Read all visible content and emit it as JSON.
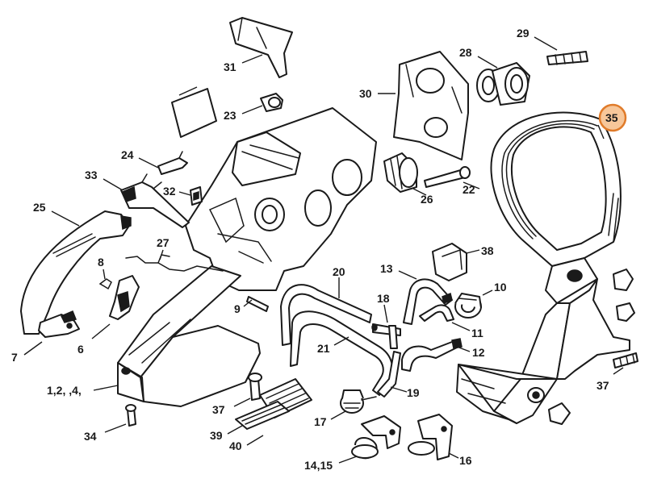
{
  "highlight_color": "#e07b2a",
  "highlighted_part": "35",
  "callouts": {
    "c29": "29",
    "c28": "28",
    "c31": "31",
    "c30": "30",
    "c35": "35",
    "c23": "23",
    "c24": "24",
    "c33": "33",
    "c32": "32",
    "c26": "26",
    "c22": "22",
    "c25": "25",
    "c27": "27",
    "c8": "8",
    "c38": "38",
    "c13": "13",
    "c20": "20",
    "c10": "10",
    "c18": "18",
    "c9": "9",
    "c11": "11",
    "c7": "7",
    "c6": "6",
    "c21": "21",
    "c12": "12",
    "c1": "1,2,   ,4,",
    "c37a": "37",
    "c37b": "37",
    "c19": "19",
    "c34": "34",
    "c17": "17",
    "c39": "39",
    "c40": "40",
    "c1415": "14,15",
    "c16": "16"
  }
}
